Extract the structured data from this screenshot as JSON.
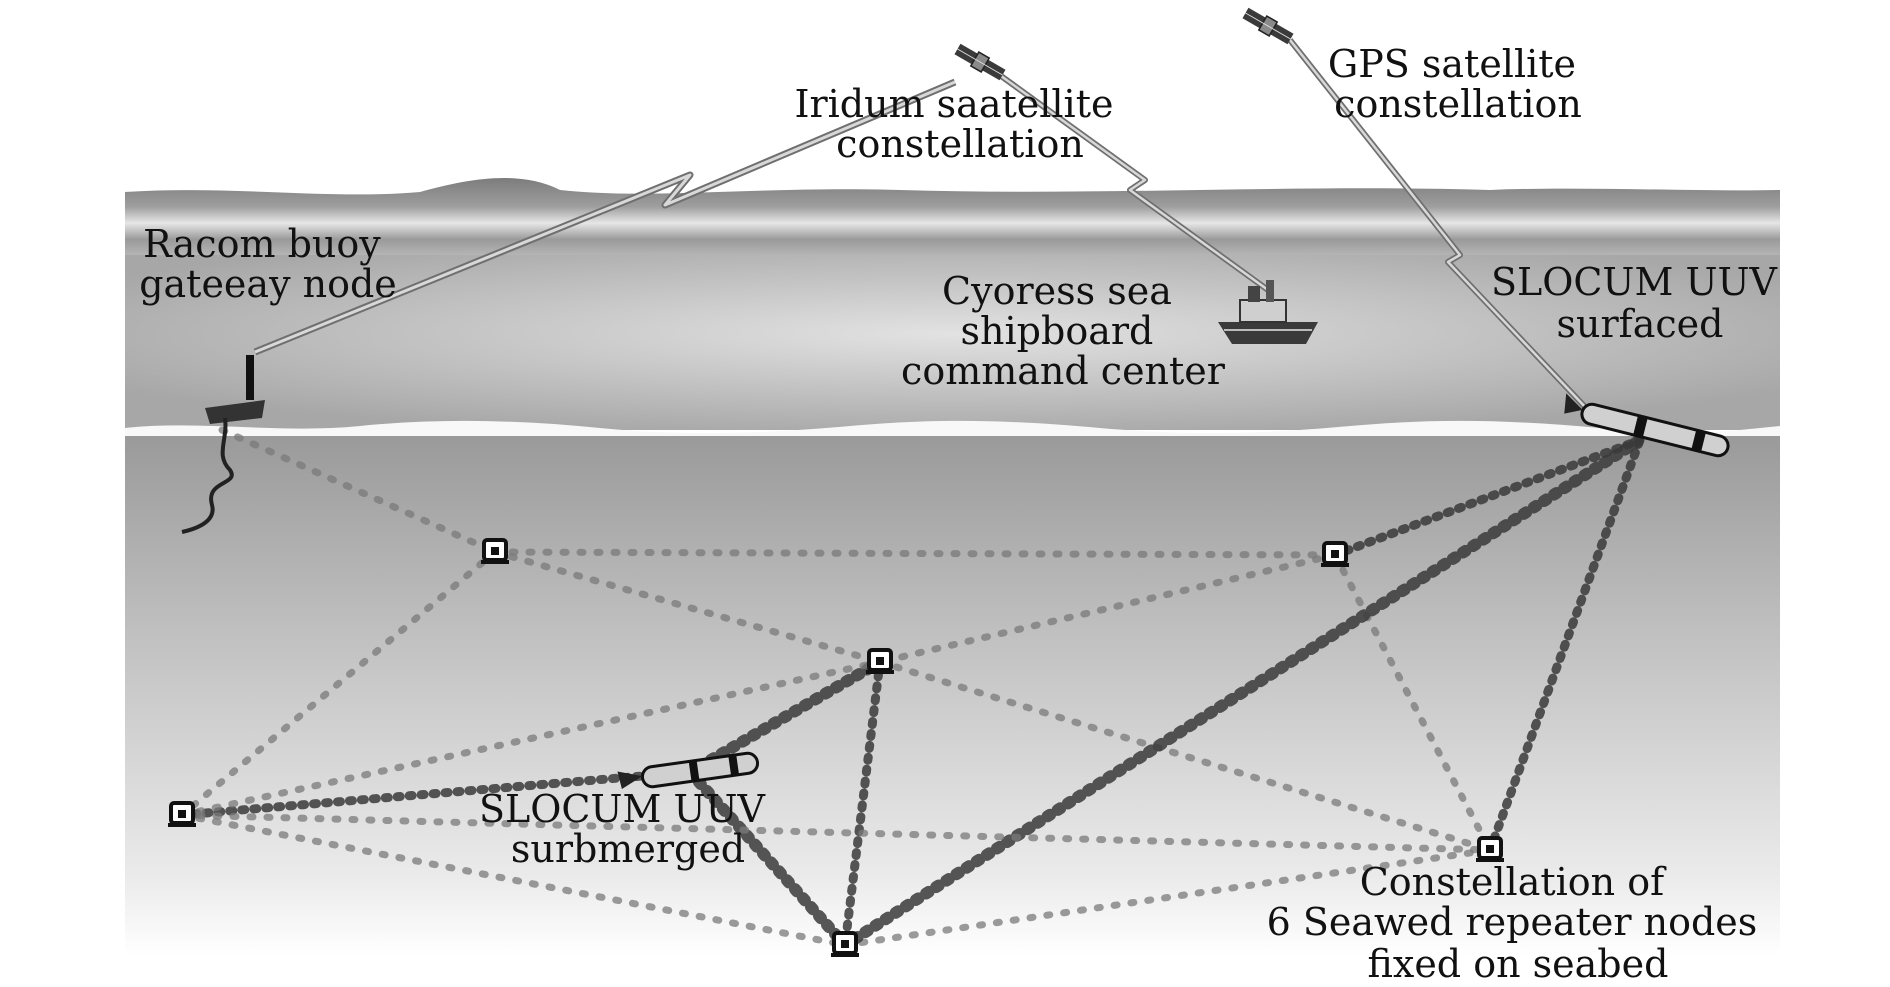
{
  "labels": {
    "iridium": [
      "Iridum saatellite",
      "constellation"
    ],
    "gps": [
      "GPS satellite",
      "constellation"
    ],
    "racom": [
      "Racom buoy",
      "gateeay node"
    ],
    "ship": [
      "Cyoress sea",
      "shipboard",
      "command center"
    ],
    "uuv_surfaced": [
      "SLOCUM UUV",
      "surfaced"
    ],
    "uuv_submerged": [
      "SLOCUM UUV",
      "surbmerged"
    ],
    "constellation": [
      "Constellation of",
      "6 Seawed repeater nodes",
      "fixed on seabed"
    ]
  },
  "colors": {
    "sky_band": "#8c8c8c",
    "far_water": "#a9a9a9",
    "deep_water": "#c4c4c4",
    "seabed_fade": "#f4f4f4",
    "acoustic_link": "#7a7a7a",
    "acoustic_link_strong": "#3a3a3a",
    "radio_link": "#9a9a9a"
  },
  "icons": {
    "satellite": "satellite-icon",
    "buoy": "buoy-icon",
    "ship": "ship-icon",
    "uuv": "uuv-glider-icon",
    "repeater": "repeater-node-icon"
  }
}
